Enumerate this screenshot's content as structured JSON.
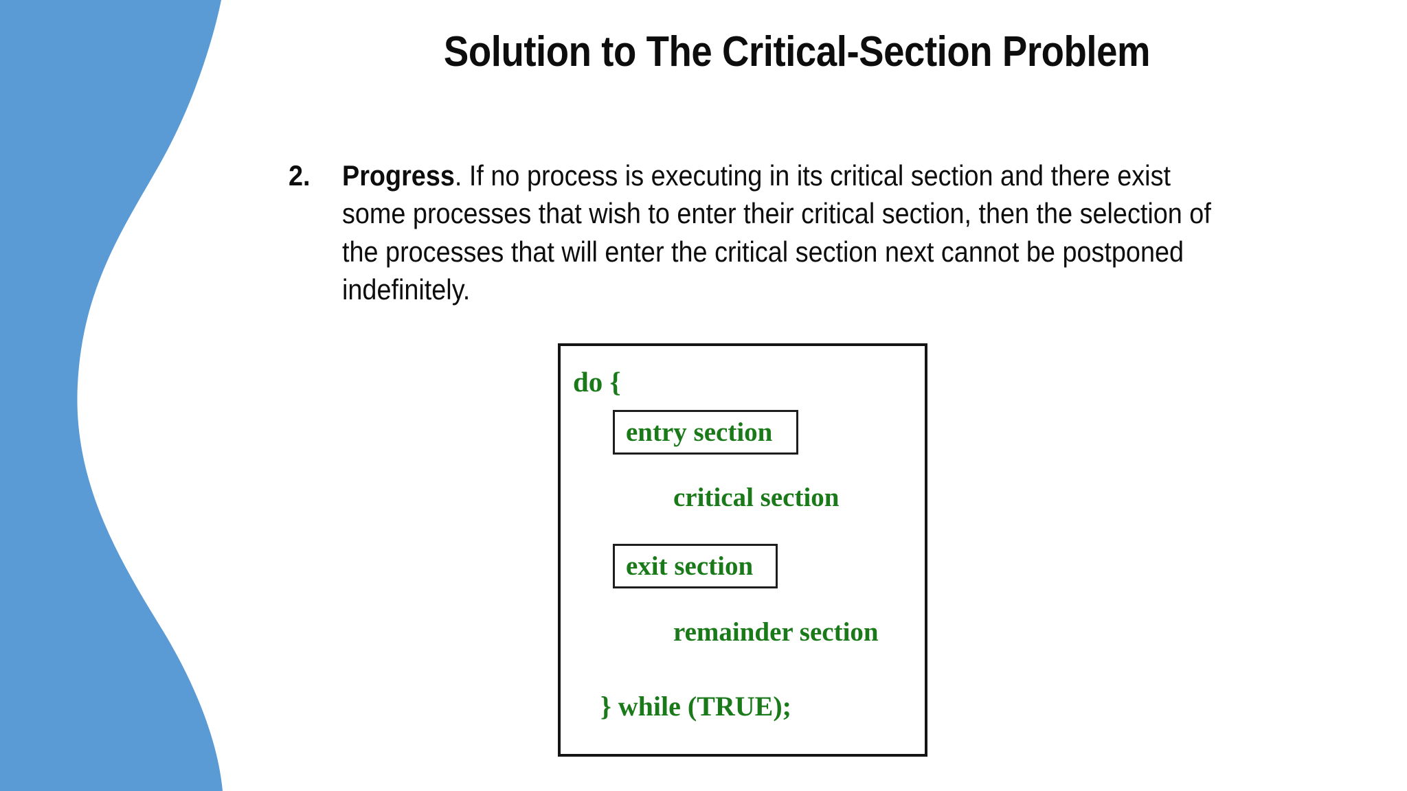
{
  "slide": {
    "background_color": "#ffffff",
    "accent_color": "#5B9BD5",
    "text_color": "#0d0d0d",
    "code_color": "#1a7a1a",
    "title": "Solution to The Critical-Section Problem",
    "decoration_name": "blue-wave-shape"
  },
  "body": {
    "marker": "2.",
    "lead": "Progress",
    "text": ".  If no process is executing in its critical section and there exist some processes that wish to enter their critical section, then the selection of the processes that will enter the critical section next cannot be postponed indefinitely."
  },
  "pseudocode": {
    "do_open": "do {",
    "entry_section": "entry section",
    "critical_section": "critical section",
    "exit_section": "exit section",
    "remainder_section": "remainder section",
    "while_close": "} while (TRUE);"
  }
}
